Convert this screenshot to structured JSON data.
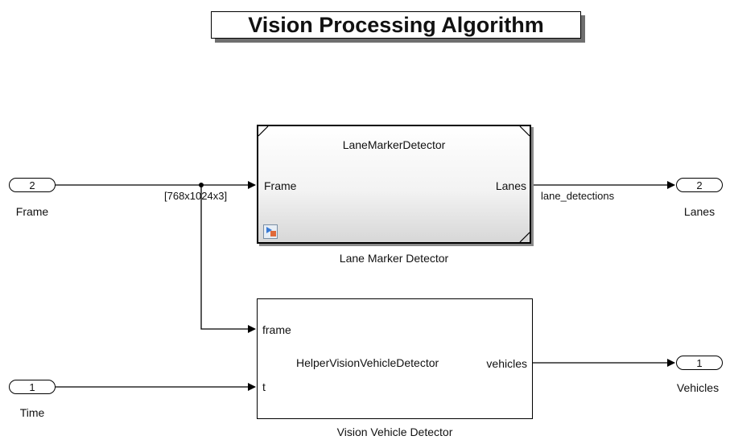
{
  "diagram": {
    "title": "Vision Processing Algorithm",
    "inports": [
      {
        "number": "2",
        "label": "Frame"
      },
      {
        "number": "1",
        "label": "Time"
      }
    ],
    "outports": [
      {
        "number": "2",
        "label": "Lanes"
      },
      {
        "number": "1",
        "label": "Vehicles"
      }
    ],
    "blocks": {
      "lane_marker": {
        "inner_name": "LaneMarkerDetector",
        "caption": "Lane Marker Detector",
        "input_port": "Frame",
        "output_port": "Lanes"
      },
      "vehicle": {
        "inner_name": "HelperVisionVehicleDetector",
        "caption": "Vision Vehicle Detector",
        "input_ports": [
          "frame",
          "t"
        ],
        "output_port": "vehicles"
      }
    },
    "signals": {
      "frame_dimensions": "[768x1024x3]",
      "lane_detections": "lane_detections"
    },
    "icons": {
      "model_reference": "model-reference-icon"
    }
  }
}
